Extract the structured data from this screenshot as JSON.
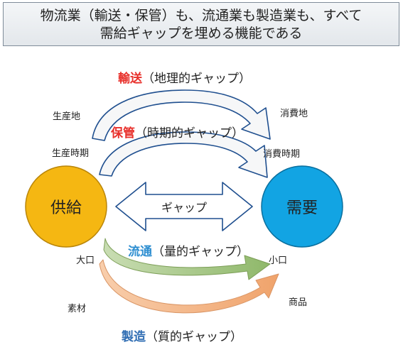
{
  "header": {
    "line1": "物流業（輸送・保管）も、流通業も製造業も、すべて",
    "line2": "需給ギャップを埋める機能である"
  },
  "nodes": {
    "supply": "供給",
    "demand": "需要",
    "gap": "ギャップ"
  },
  "flows": [
    {
      "keyword": "輸送",
      "detail": "（地理的ギャップ）",
      "color": "#e8302b",
      "from": "生産地",
      "to": "消費地"
    },
    {
      "keyword": "保管",
      "detail": "（時期的ギャップ）",
      "color": "#e8302b",
      "from": "生産時期",
      "to": "消費時期"
    },
    {
      "keyword": "流通",
      "detail": "（量的ギャップ）",
      "color": "#2f8fd1",
      "from": "大口",
      "to": "小口"
    },
    {
      "keyword": "製造",
      "detail": "（質的ギャップ）",
      "color": "#2f6db3",
      "from": "素材",
      "to": "商品"
    }
  ],
  "colors": {
    "supply_fill": "#f5b712",
    "demand_fill": "#12a4e3",
    "arrow_top_fill": "#f6f7f8",
    "arrow_green": "#a9c98a",
    "arrow_orange": "#f2b68b"
  }
}
